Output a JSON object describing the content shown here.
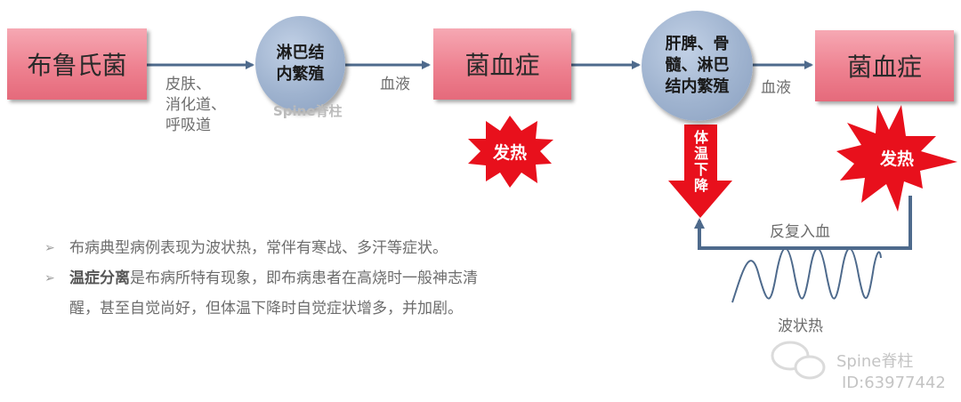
{
  "flow": {
    "brucella": "布鲁氏菌",
    "route1": [
      "皮肤、",
      "消化道、",
      "呼吸道"
    ],
    "node1": [
      "淋巴结",
      "内繁殖"
    ],
    "blood1": "血液",
    "bacteremia1": "菌血症",
    "node2": [
      "肝脾、骨",
      "髓、淋巴",
      "结内繁殖"
    ],
    "blood2": "血液",
    "bacteremia2": "菌血症",
    "fever1": "发热",
    "fever2": "发热",
    "temp_down": [
      "体",
      "温",
      "下",
      "降"
    ],
    "reenter": "反复入血",
    "wave_label": "波状热"
  },
  "bullets": {
    "marker": "➢",
    "b1": "布病典型病例表现为波状热，常伴有寒战、多汗等症状。",
    "b2_strong": "温症分离",
    "b2_rest": "是布病所特有现象，即布病患者在高烧时一般神志清",
    "b2_line2": "醒，甚至自觉尚好，但体温下降时自觉症状增多，并加剧。"
  },
  "watermark": {
    "small": "Spine脊柱",
    "big": "Spine脊柱",
    "id": "ID:63977442"
  },
  "colors": {
    "arrow": "#4e6a8c",
    "burst": "#e8101c",
    "box": "#ee8190",
    "circle": "#9fb3cf"
  }
}
